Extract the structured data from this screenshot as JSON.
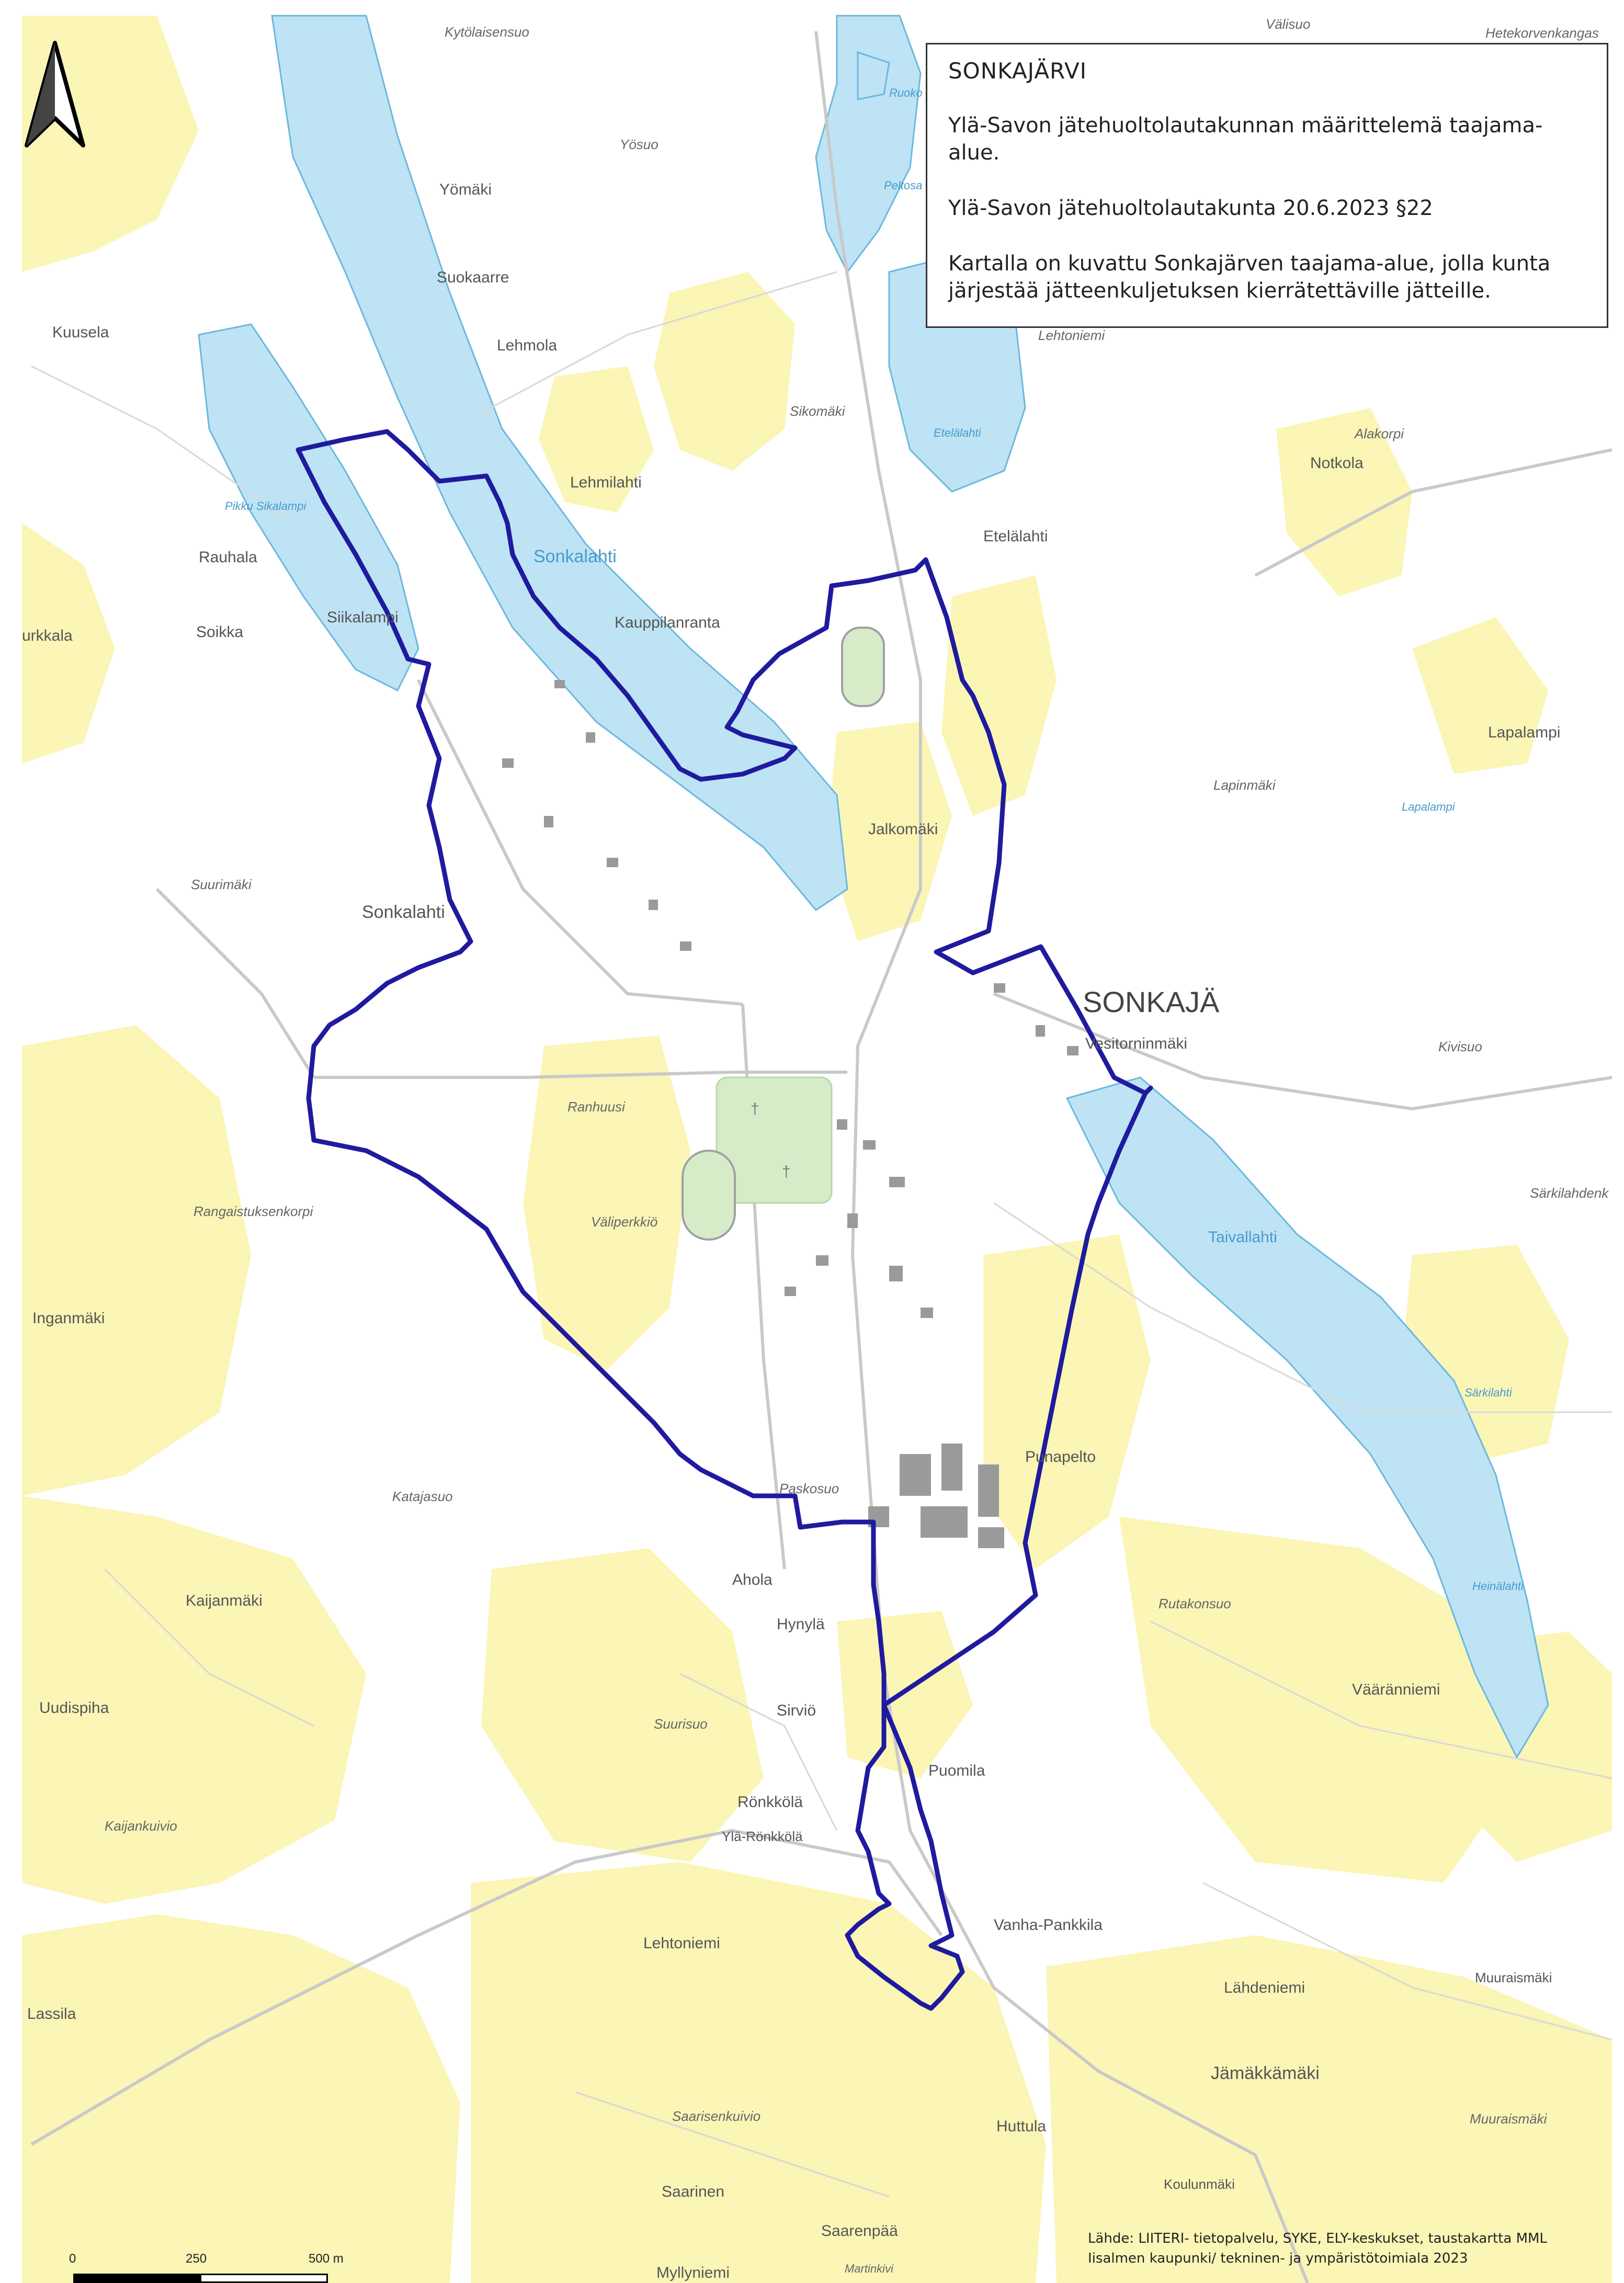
{
  "title": "SONKAJÄRVI",
  "info": {
    "line1": "Ylä-Savon jätehuoltolautakunnan määrittelemä taajama-alue.",
    "line2": "Ylä-Savon jätehuoltolautakunta  20.6.2023 §22",
    "line3": "Kartalla on kuvattu Sonkajärven taajama-alue, jolla kunta järjestää jätteenkuljetuksen kierrätettäville jätteille."
  },
  "credits": {
    "line1": "Lähde: LIITERI- tietopalvelu, SYKE, ELY-keskukset, taustakartta MML",
    "line2": "Iisalmen kaupunki/ tekninen- ja ympäristötoimiala 2023"
  },
  "scale": {
    "l0": "0",
    "l1": "250",
    "l2": "500 m"
  },
  "town_label": "SONKAJÄ",
  "places": {
    "kytolaisensuo": "Kytölaisensuo",
    "valisuo": "Välisuo",
    "hetekorvenkangas": "Hetekorvenkangas",
    "yosuo": "Yösuo",
    "yomaki": "Yömäki",
    "suokaarre": "Suokaarre",
    "kuusela": "Kuusela",
    "lehmola": "Lehmola",
    "lehtoniemi_n": "Lehtoniemi",
    "sikomaki": "Sikomäki",
    "etelalahti_w": "Etelälahti",
    "alakorpi": "Alakorpi",
    "notkola": "Notkola",
    "lehmilahti": "Lehmilahti",
    "pikku_sikalampi": "Pikku Sikalampi",
    "rauhala": "Rauhala",
    "sonkalahti_w": "Sonkalahti",
    "etelalahti": "Etelälahti",
    "siikalampi": "Siikalampi",
    "kauppilanranta": "Kauppilanranta",
    "urkkala": "urkkala",
    "soikka": "Soikka",
    "lapalampi": "Lapalampi",
    "lapinmaki": "Lapinmäki",
    "lapalampi_w": "Lapalampi",
    "jalkomaki": "Jalkomäki",
    "suurimaki": "Suurimäki",
    "sonkalahti": "Sonkalahti",
    "vesitorninmaki": "Vesitorninmäki",
    "kivisuo": "Kivisuo",
    "ranhuusi": "Ranhuusi",
    "rangaistuksenkorpi": "Rangaistuksenkorpi",
    "sarkilahdenk": "Särkilahdenk",
    "valiperkkio": "Väliperkkiö",
    "taivallahti": "Taivallahti",
    "inganmaki": "Inganmäki",
    "sarkilahti": "Särkilahti",
    "punapelto": "Punapelto",
    "katajasuo": "Katajasuo",
    "paskosuo": "Paskosuo",
    "kaijanmaki": "Kaijanmäki",
    "ahola": "Ahola",
    "heinalahti": "Heinälahti",
    "rutakonsuo": "Rutakonsuo",
    "hynyla": "Hynylä",
    "uudispiha": "Uudispiha",
    "vaaranniemi": "Vääränniemi",
    "sirvio": "Sirviö",
    "suurisuo": "Suurisuo",
    "puomila": "Puomila",
    "ronkkola": "Rönkkölä",
    "kaijankuivio": "Kaijankuivio",
    "yla_ronkkola": "Ylä-Rönkkölä",
    "vanha_pankkila": "Vanha-Pankkila",
    "lehtoniemi": "Lehtoniemi",
    "muuraismaki": "Muuraismäki",
    "lahdeniemi": "Lähdeniemi",
    "lassila": "Lassila",
    "jamakkamaki": "Jämäkkämäki",
    "saarisenkuivio": "Saarisenkuivio",
    "muuraismaki_s": "Muuraismäki",
    "huttula": "Huttula",
    "saarinen": "Saarinen",
    "koulunmaki": "Koulunmäki",
    "saarenpaa": "Saarenpää",
    "myllyniemi": "Myllyniemi",
    "martinkivi": "Martinkivi",
    "ruokolampi": "Ruoko",
    "peltosalmi": "Peltosa"
  },
  "colors": {
    "field": "#fbf5b6",
    "water": "#bde3f5",
    "shore": "#6bb8de",
    "boundary": "#1f1a9e",
    "road": "#c9c9c9"
  }
}
